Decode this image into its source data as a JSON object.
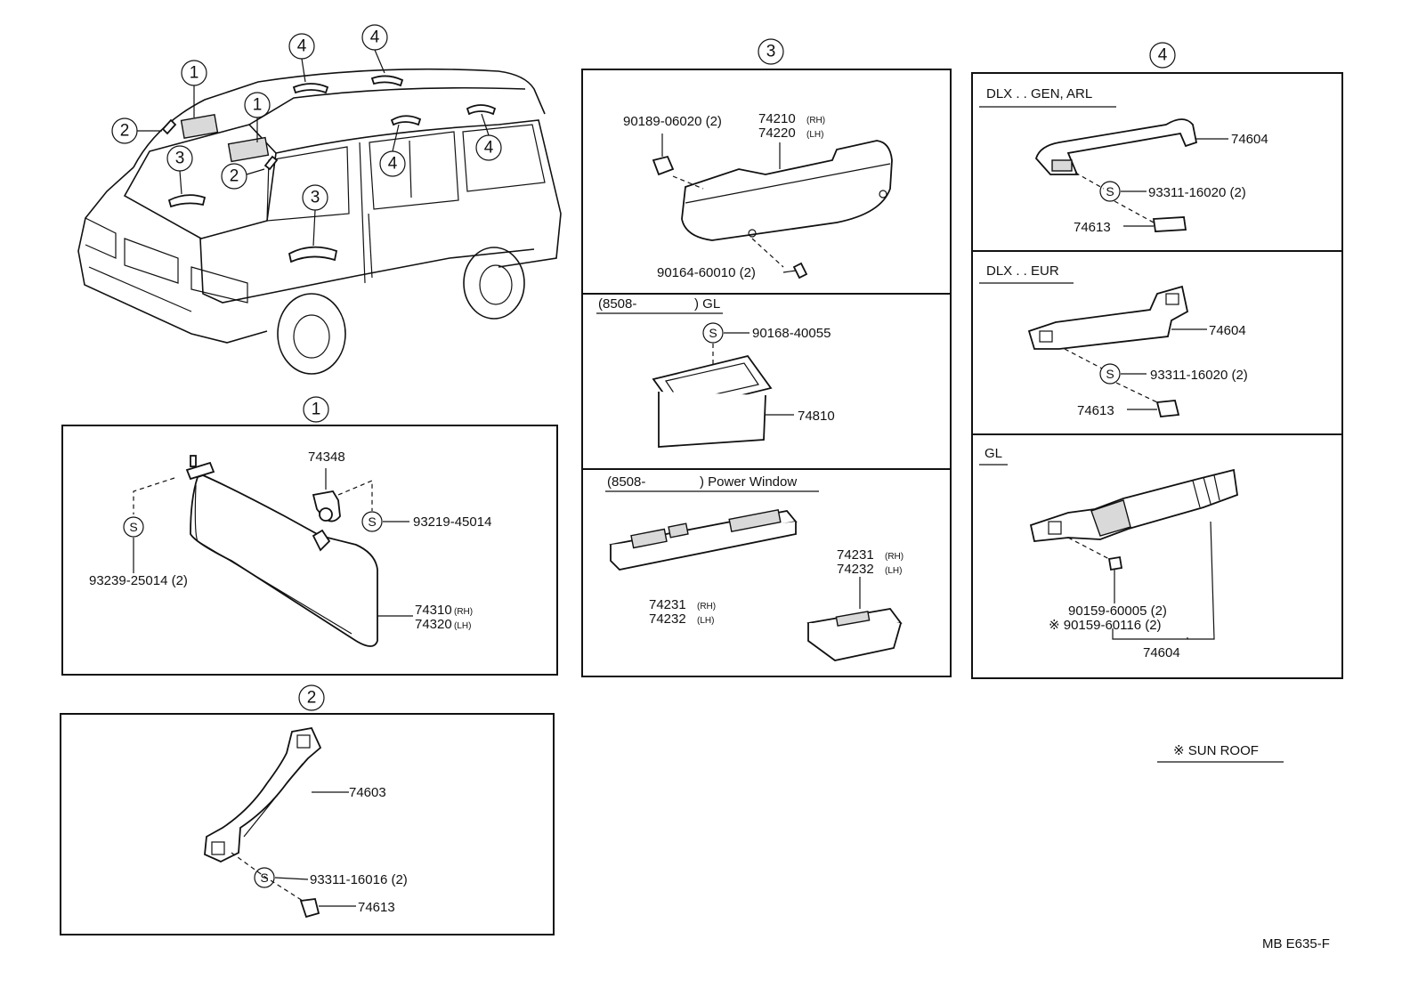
{
  "callouts": {
    "c1": "1",
    "c2": "2",
    "c3": "3",
    "c4": "4"
  },
  "s_symbol": "S",
  "sections": {
    "visor": {
      "parts": {
        "holder": "74348",
        "screw_holder": "93219-45014",
        "screw_visor": "93239-25014 (2)",
        "visor_rh": "74310",
        "visor_lh": "74320",
        "rh": "(RH)",
        "lh": "(LH)"
      }
    },
    "assist_grip_front": {
      "parts": {
        "grip": "74603",
        "screw": "93311-16016 (2)",
        "cap": "74613"
      }
    },
    "arm_rest": {
      "parts": {
        "clip": "90189-06020 (2)",
        "armrest_rh": "74210",
        "armrest_lh": "74220",
        "rh": "(RH)",
        "lh": "(LH)",
        "screw": "90164-60010 (2)"
      },
      "gl": {
        "header_start": "(8508-",
        "header_end": ") GL",
        "screw": "90168-40055",
        "pocket": "74810"
      },
      "power_window": {
        "header_start": "(8508-",
        "header_end": ") Power Window",
        "base_rh": "74231",
        "base_lh": "74232",
        "panel_rh": "74231",
        "panel_lh": "74232",
        "rh": "(RH)",
        "lh": "(LH)"
      }
    },
    "assist_grip_roof": {
      "dlx_gen": {
        "header": "DLX . . GEN, ARL",
        "grip": "74604",
        "screw": "93311-16020 (2)",
        "cap": "74613"
      },
      "dlx_eur": {
        "header": "DLX . . EUR",
        "grip": "74604",
        "screw": "93311-16020 (2)",
        "cap": "74613"
      },
      "gl": {
        "header": "GL",
        "screw_a": "90159-60005 (2)",
        "screw_b": "※ 90159-60116 (2)",
        "grip": "74604"
      }
    }
  },
  "legend": {
    "sunroof": "※  SUN ROOF"
  },
  "code": "MB E635-F"
}
